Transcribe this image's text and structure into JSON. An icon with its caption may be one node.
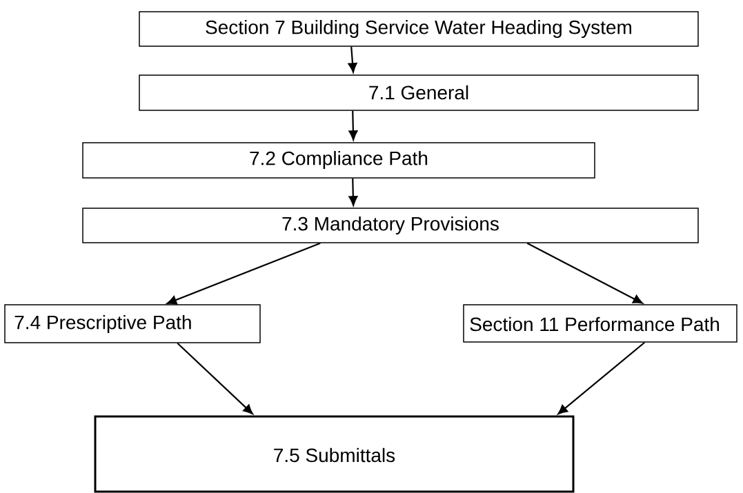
{
  "diagram": {
    "nodes": [
      {
        "text": [
          "Section 7 Building Service Water Heading System"
        ]
      },
      {
        "text": [
          "7.1 General"
        ]
      },
      {
        "text": [
          "7.2 Compliance Path"
        ]
      },
      {
        "text": [
          "7.3 Mandatory Provisions"
        ]
      },
      {
        "text": [
          "7.4 Prescriptive Path"
        ]
      },
      {
        "text": [
          "Section 11 Performance Path"
        ]
      },
      {
        "text": [
          "7.5 Submittals"
        ]
      }
    ],
    "edges": [
      {
        "from": 0,
        "to": 1,
        "arrow": "to"
      },
      {
        "from": 1,
        "to": 2,
        "arrow": "to"
      },
      {
        "from": 2,
        "to": 3,
        "arrow": "to"
      },
      {
        "from": 3,
        "to": 4,
        "arrow": "to"
      },
      {
        "from": 3,
        "to": 5,
        "arrow": "to"
      },
      {
        "from": 4,
        "to": 6,
        "arrow": "to"
      },
      {
        "from": 5,
        "to": 6,
        "arrow": "to"
      }
    ]
  }
}
